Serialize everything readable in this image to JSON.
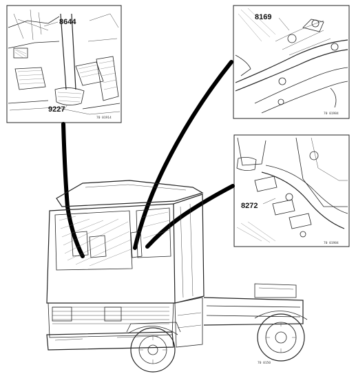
{
  "callouts": {
    "detail_1_upper": "8644",
    "detail_1_lower": "9227",
    "detail_2": "8169",
    "detail_3": "8272"
  },
  "figure_refs": {
    "detail_1": "70 01914",
    "detail_2": "70 01984",
    "detail_3": "70 01984",
    "truck": "70 0150"
  }
}
